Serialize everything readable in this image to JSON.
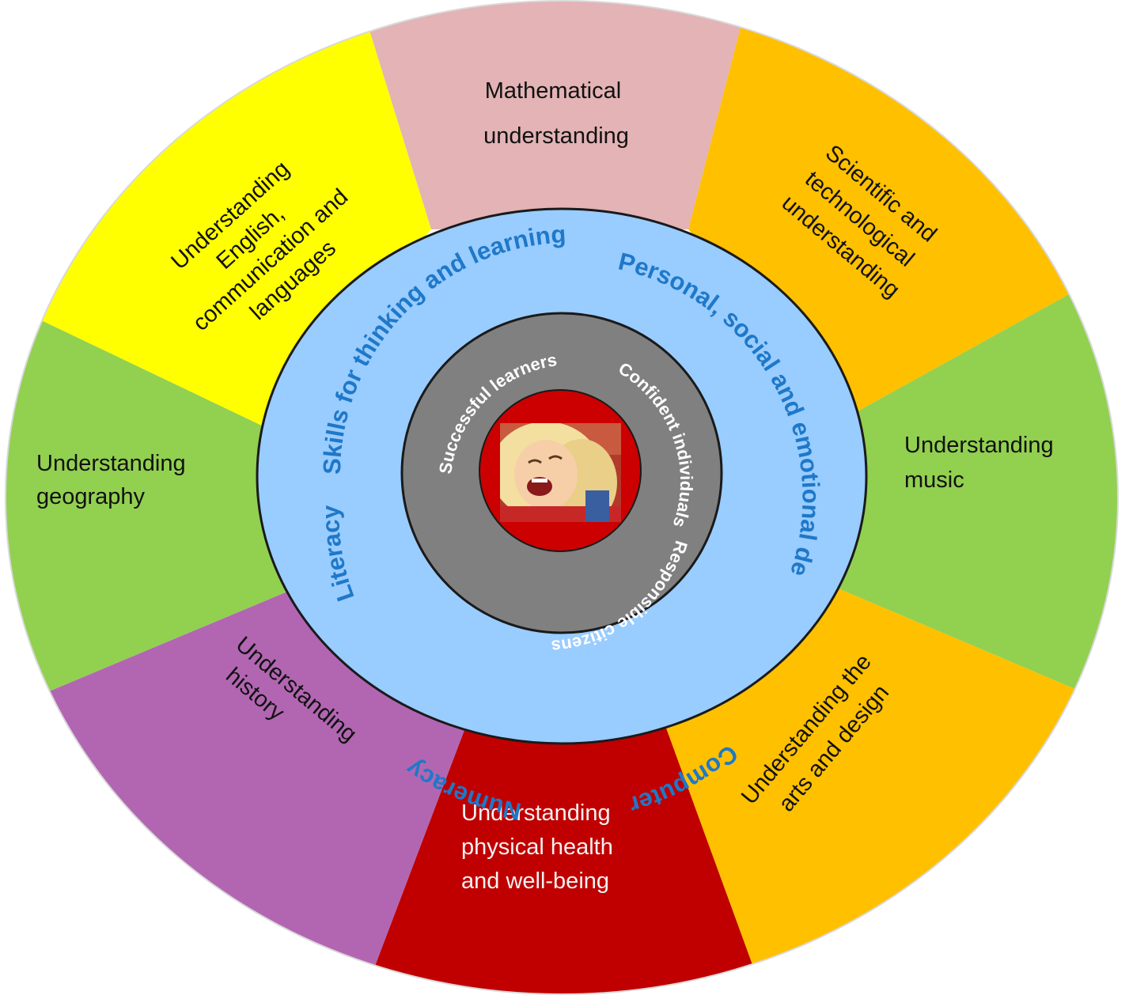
{
  "diagram": {
    "outer_segments": [
      {
        "id": "maths",
        "lines": [
          "Mathematical",
          "understanding"
        ],
        "color": "#e3b3b5"
      },
      {
        "id": "science",
        "lines": [
          "Scientific and",
          "technological",
          "understanding"
        ],
        "color": "#ffc000"
      },
      {
        "id": "music",
        "lines": [
          "Understanding",
          "music"
        ],
        "color": "#92d050"
      },
      {
        "id": "arts",
        "lines": [
          "Understanding the",
          "arts and design"
        ],
        "color": "#ffc000"
      },
      {
        "id": "physical",
        "lines": [
          "Understanding",
          "physical health",
          "and well-being"
        ],
        "color": "#c00000"
      },
      {
        "id": "history",
        "lines": [
          "Understanding",
          "history"
        ],
        "color": "#b266b2"
      },
      {
        "id": "geography",
        "lines": [
          "Understanding",
          "geography"
        ],
        "color": "#92d050"
      },
      {
        "id": "english",
        "lines": [
          "Understanding",
          "English,",
          "communication and",
          "languages"
        ],
        "color": "#ffff00"
      }
    ],
    "middle_ring": {
      "color": "#99ccff",
      "text_color": "#1f78c8",
      "labels": {
        "skills": "Skills for thinking and learning",
        "personal": "Personal, social and emotional development",
        "computer": "Computer",
        "numeracy": "Numeracy",
        "literacy": "Literacy"
      }
    },
    "inner_ring": {
      "color": "#808080",
      "labels": {
        "successful": "Successful learners",
        "confident": "Confident individuals",
        "responsible": "Responsible citizens"
      }
    },
    "center": {
      "color": "#cc0000",
      "image": "laughing-child-photo"
    }
  }
}
